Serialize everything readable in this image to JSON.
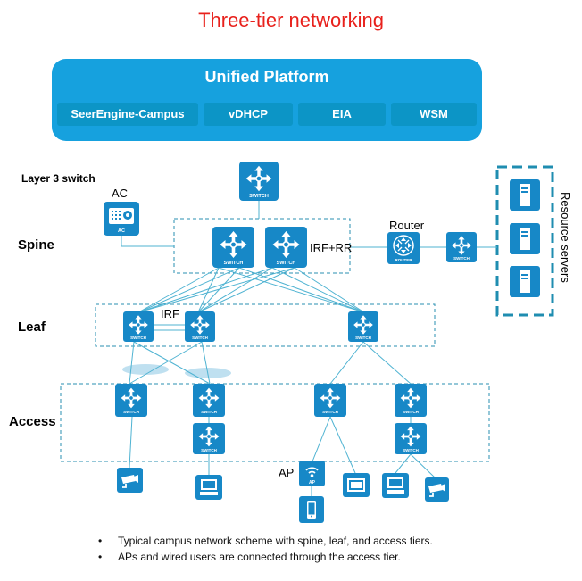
{
  "title": "Three-tier networking",
  "platform": {
    "title": "Unified Platform",
    "modules": [
      "SeerEngine-Campus",
      "vDHCP",
      "EIA",
      "WSM"
    ]
  },
  "labels": {
    "layer3_switch": "Layer 3 switch",
    "ac": "AC",
    "irf_rr": "IRF+RR",
    "router": "Router",
    "irf": "IRF",
    "ap": "AP",
    "resource_servers": "Resource servers"
  },
  "tiers": {
    "spine": "Spine",
    "leaf": "Leaf",
    "access": "Access"
  },
  "icon_text": {
    "switch": "SWITCH",
    "router": "ROUTER",
    "ac": "AC",
    "ap": "AP"
  },
  "notes": [
    "Typical campus network scheme with spine, leaf, and access tiers.",
    "APs and wired users are connected through the access tier."
  ],
  "colors": {
    "title": "#e8211c",
    "platform": "#16a1de",
    "module": "#0c95c6",
    "icon": "#1788c7",
    "link": "#4fb3d2",
    "dash": "#2a8fb0"
  }
}
